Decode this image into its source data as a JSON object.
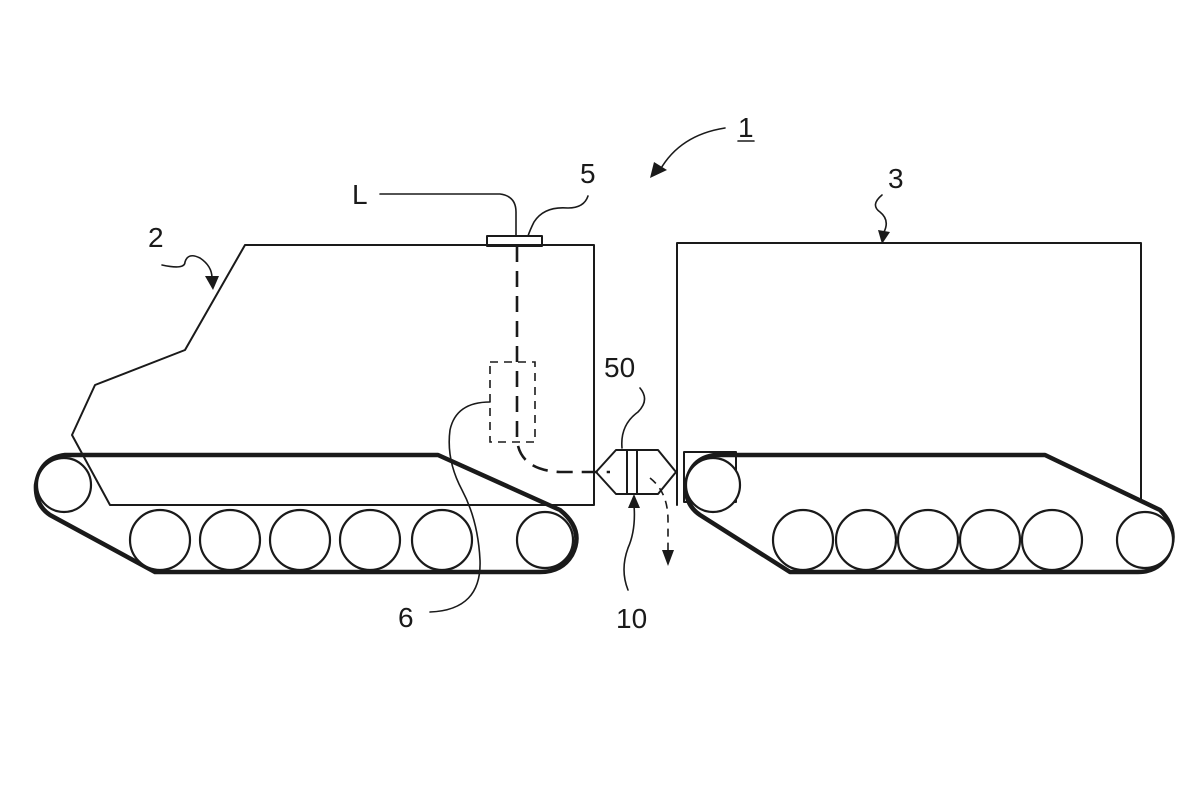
{
  "labels": {
    "assembly": "1",
    "front_vehicle": "2",
    "rear_vehicle": "3",
    "line": "L",
    "inlet": "5",
    "tank": "6",
    "coupling": "50",
    "valve": "10"
  }
}
